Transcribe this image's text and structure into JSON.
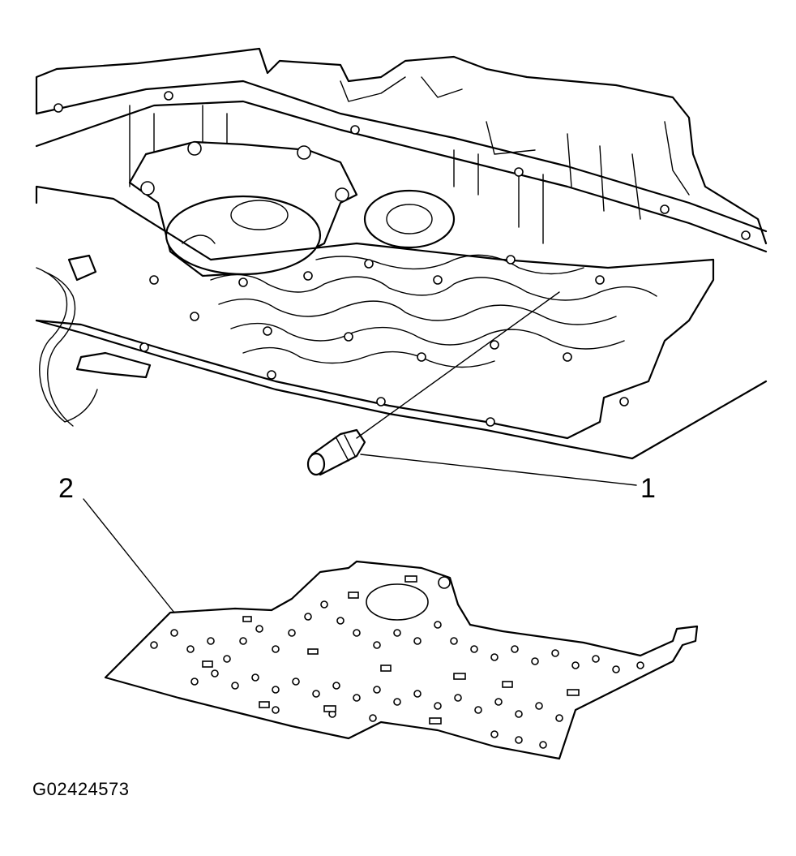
{
  "figure": {
    "callouts": [
      {
        "label": "1",
        "part": "filter"
      },
      {
        "label": "2",
        "part": "spacer-plate"
      }
    ],
    "figure_id": "G02424573"
  }
}
